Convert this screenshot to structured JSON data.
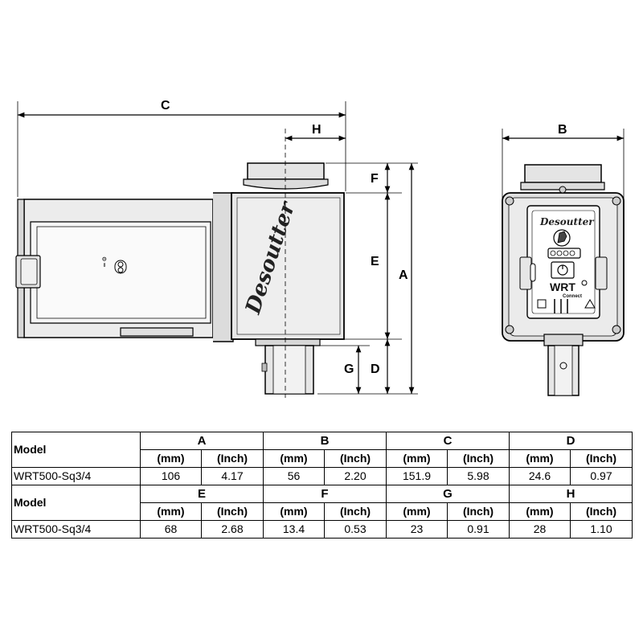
{
  "dimensions": {
    "A": "A",
    "B": "B",
    "C": "C",
    "D": "D",
    "E": "E",
    "F": "F",
    "G": "G",
    "H": "H"
  },
  "device": {
    "brand_side": "Desoutter",
    "brand_front": "Desoutter",
    "display_model": "WRT",
    "display_sub": "Connect"
  },
  "table": {
    "model_header": "Model",
    "unit_mm": "(mm)",
    "unit_inch": "(Inch)",
    "row1": {
      "letters": [
        "A",
        "B",
        "C",
        "D"
      ],
      "model": "WRT500-Sq3/4",
      "values": [
        {
          "mm": "106",
          "inch": "4.17"
        },
        {
          "mm": "56",
          "inch": "2.20"
        },
        {
          "mm": "151.9",
          "inch": "5.98"
        },
        {
          "mm": "24.6",
          "inch": "0.97"
        }
      ]
    },
    "row2": {
      "letters": [
        "E",
        "F",
        "G",
        "H"
      ],
      "model": "WRT500-Sq3/4",
      "values": [
        {
          "mm": "68",
          "inch": "2.68"
        },
        {
          "mm": "13.4",
          "inch": "0.53"
        },
        {
          "mm": "23",
          "inch": "0.91"
        },
        {
          "mm": "28",
          "inch": "1.10"
        }
      ]
    }
  }
}
